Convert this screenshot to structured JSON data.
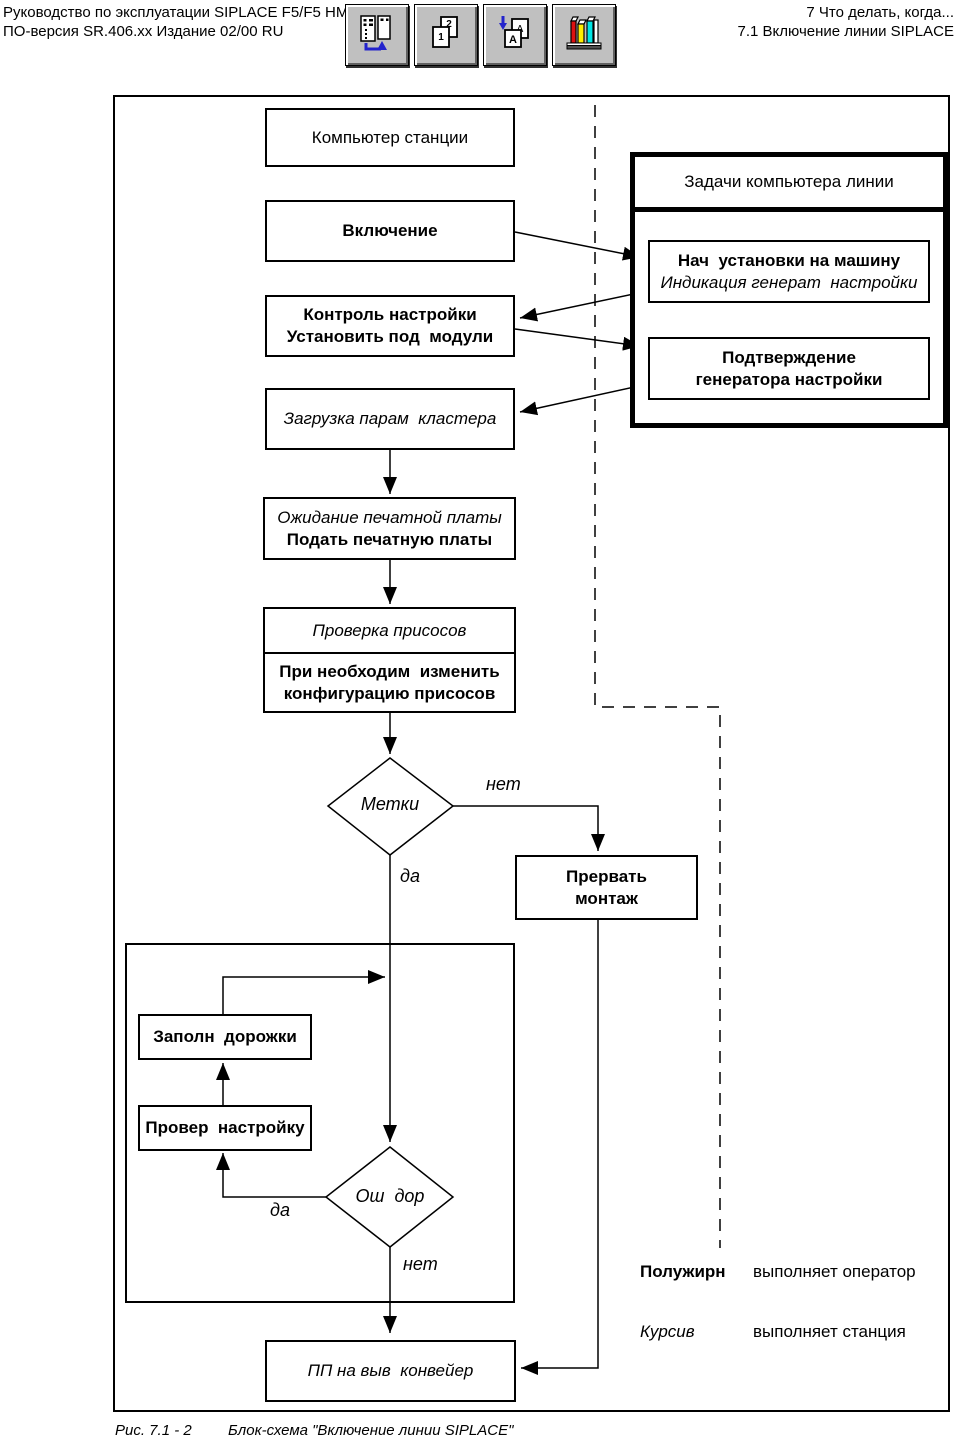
{
  "header": {
    "manual_title": "Руководство по эксплуатации SIPLACE F5/F5 HM",
    "version_line": "ПО-версия SR.406.xx   Издание 02/00 RU",
    "chapter": "7 Что делать, когда...",
    "section": "7.1 Включение линии SIPLACE"
  },
  "toolbar": {
    "icons": [
      "stations-icon",
      "pages-icon",
      "translate-pages-icon",
      "library-books-icon"
    ]
  },
  "flowchart": {
    "station": {
      "computer": "Компьютер станции",
      "power_on": "Включение",
      "control_line1": "Контроль настройки",
      "control_line2": "Установить под  модули",
      "load_cluster": "Загрузка парам  кластера",
      "wait_pcb_line1": "Ожидание печатной платы",
      "wait_pcb_line2": "Подать печатную платы",
      "check_nozzles": "Проверка присосов",
      "change_config_line1": "При необходим  изменить",
      "change_config_line2": "конфигурацию присосов"
    },
    "line_panel": {
      "title": "Задачи компьютера линии",
      "start_setup_line1": "Нач  установки на машину",
      "start_setup_line2": "Индикация генерат  настройки",
      "confirm_line1": "Подтверждение",
      "confirm_line2": "генератора настройки"
    },
    "decision_marks": "Метки",
    "abort_line1": "Прервать",
    "abort_line2": "монтаж",
    "fill_tracks": "Заполн  дорожки",
    "check_setup": "Провер  настройку",
    "decision_track_error": "Ош  дор",
    "pcb_out": "ПП на выв  конвейер",
    "labels": {
      "no1": "нет",
      "yes1": "да",
      "yes2": "да",
      "no2": "нет"
    }
  },
  "legend": {
    "bold_term": "Полужирн",
    "bold_desc": "выполняет оператор",
    "italic_term": "Курсив",
    "italic_desc": "выполняет станция"
  },
  "caption": {
    "figure": "Рис. 7.1 - 2",
    "text": "Блок-схема \"Включение линии SIPLACE\""
  }
}
